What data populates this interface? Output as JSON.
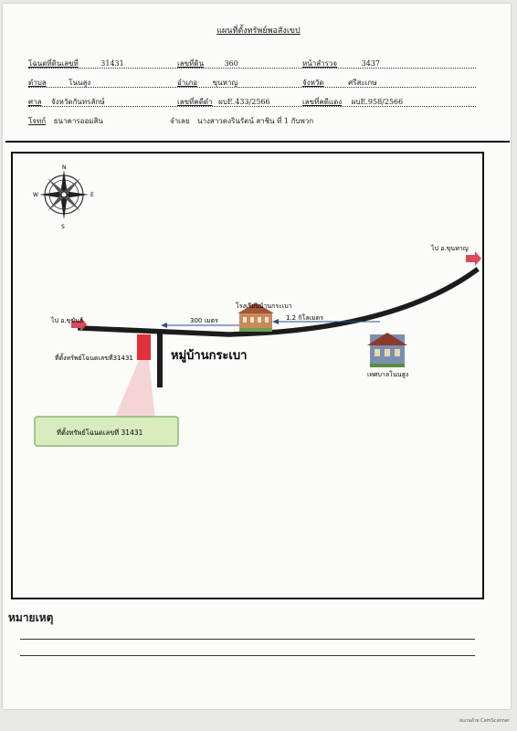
{
  "document": {
    "title": "แผนที่ตั้งทรัพย์พอสังเขป",
    "rows": [
      [
        {
          "label": "โฉนดที่ดินเลขที่",
          "value": "31431"
        },
        {
          "label": "เลขที่ดิน",
          "value": "360"
        },
        {
          "label": "หน้าสำรวจ",
          "value": "3437"
        }
      ],
      [
        {
          "label": "ตำบล",
          "value": "โนนสูง"
        },
        {
          "label": "อำเภอ",
          "value": "ขุนหาญ"
        },
        {
          "label": "จังหวัด",
          "value": "ศรีสะเกษ"
        }
      ],
      [
        {
          "label": "ศาล",
          "value": "จังหวัดกันทรลักษ์"
        },
        {
          "label": "เลขที่คดีดำ",
          "value": "ผบE.433/2566"
        },
        {
          "label": "เลขที่คดีแดง",
          "value": "ผบE.958/2566"
        }
      ],
      [
        {
          "label": "โจทก์",
          "value": "ธนาคารออมสิน"
        },
        {
          "label": "จำเลย",
          "value": "นางสาวคงรินรัตน์ สาชิน ที่ 1 กับพวก"
        }
      ]
    ]
  },
  "map": {
    "compass": {
      "n": "N",
      "s": "S",
      "e": "E",
      "w": "W"
    },
    "labels": {
      "to_khunhan": "ไป อ.ขุนหาญ",
      "to_khukhan": "ไป อ.ขุขันธ์",
      "school": "โรงเรียนบ้านกระเบา",
      "dist_300": "300 เมตร",
      "dist_1_2": "1.2 กิโลเมตร",
      "village": "หมู่บ้านกระเบา",
      "property_short": "ที่ตั้งทรัพย์โฉนดเลขที่31431",
      "municipality": "เทศบาลโนนสูง",
      "callout": "ที่ตั้งทรัพย์โฉนดเลขที่ 31431"
    },
    "colors": {
      "road": "#1c1c1c",
      "arrow": "#2b4d8a",
      "property": "#e0303a",
      "pointer": "#d94b58",
      "callout_fill": "#d9ecc0",
      "callout_border": "#8bb86a"
    }
  },
  "remarks": {
    "title": "หมายเหตุ"
  },
  "footer": {
    "scanner": "สแกนด้วย CamScanner"
  }
}
